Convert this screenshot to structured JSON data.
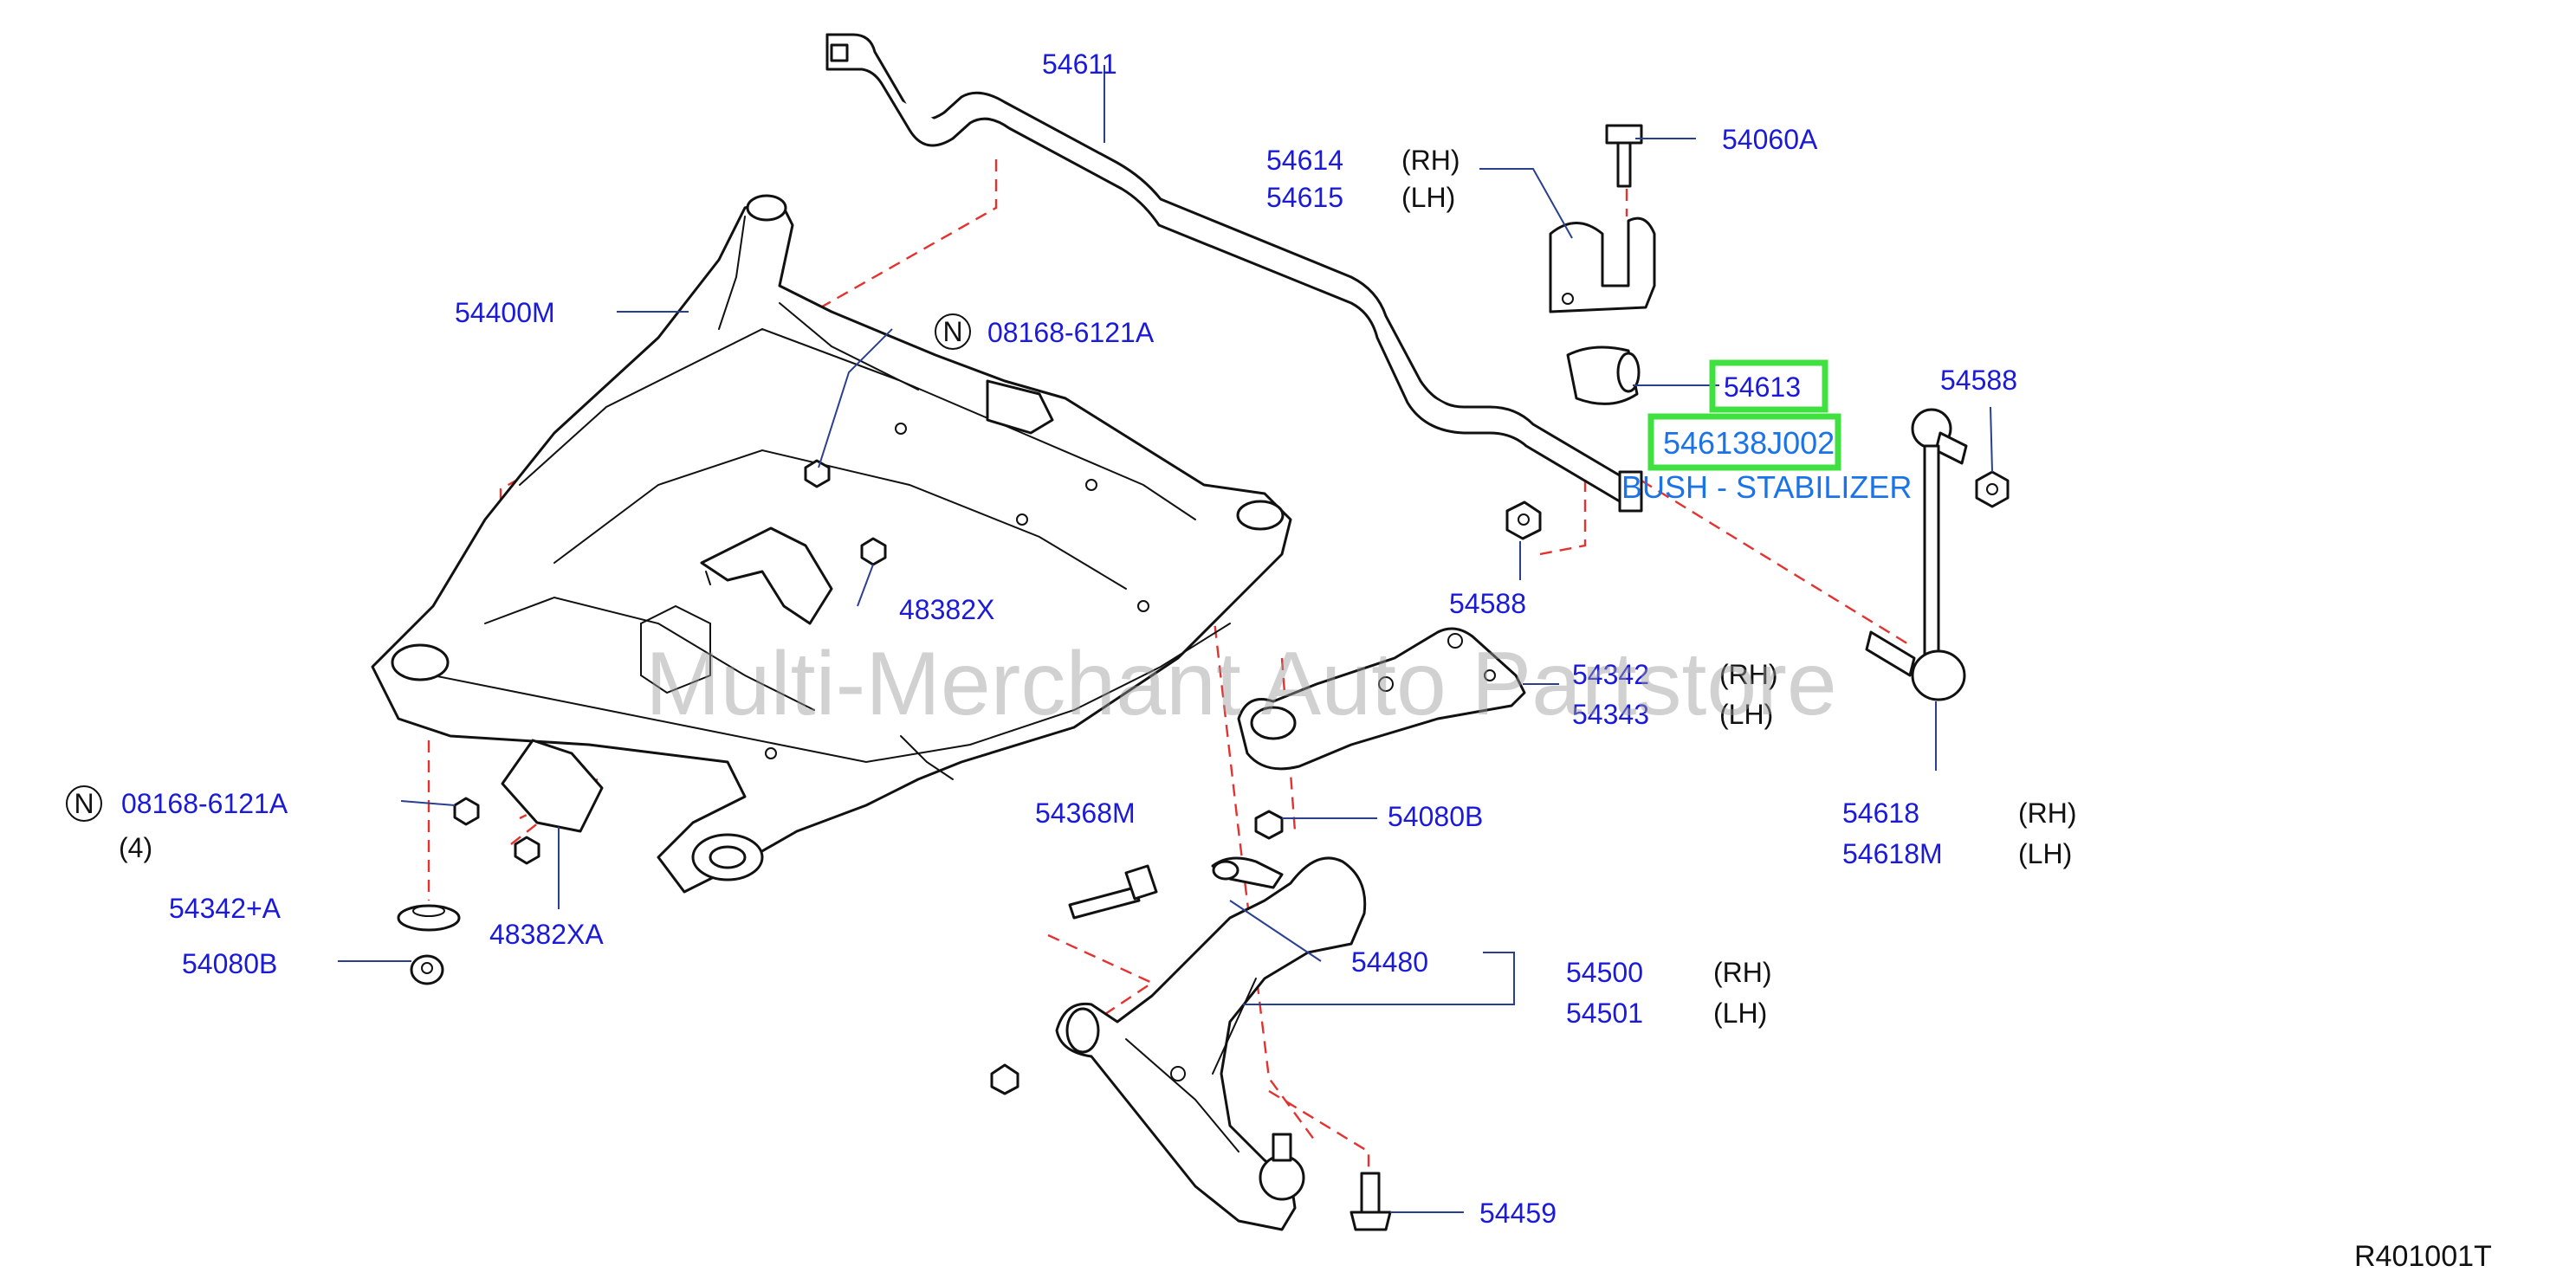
{
  "watermark": "Multi-Merchant Auto Partstore",
  "diagram_ref": "R401001T",
  "highlight_color": "#3fe03f",
  "label_color": "#1a1ad8",
  "description_color": "#1a74e8",
  "dash_color": "#e3322f",
  "labels": {
    "p54611": "54611",
    "p54614": "54614",
    "p54614_side": "(RH)",
    "p54615": "54615",
    "p54615_side": "(LH)",
    "p54060A": "54060A",
    "p54400M": "54400M",
    "n_mark_top": "N",
    "p08168_top": "08168-6121A",
    "p54613": "54613",
    "p546138J002": "546138J002",
    "bush_desc": "BUSH - STABILIZER",
    "p54588_top": "54588",
    "p54588_mid": "54588",
    "p48382X": "48382X",
    "p54342": "54342",
    "p54342_side": "(RH)",
    "p54343": "54343",
    "p54343_side": "(LH)",
    "n_mark_left": "N",
    "p08168_left": "08168-6121A",
    "qty_left": "(4)",
    "p54342A": "54342+A",
    "p54080B_left": "54080B",
    "p48382XA": "48382XA",
    "p54368M": "54368M",
    "p54080B_mid": "54080B",
    "p54618": "54618",
    "p54618_side": "(RH)",
    "p54618M": "54618M",
    "p54618M_side": "(LH)",
    "p54480": "54480",
    "p54500": "54500",
    "p54500_side": "(RH)",
    "p54501": "54501",
    "p54501_side": "(LH)",
    "p54459": "54459"
  }
}
